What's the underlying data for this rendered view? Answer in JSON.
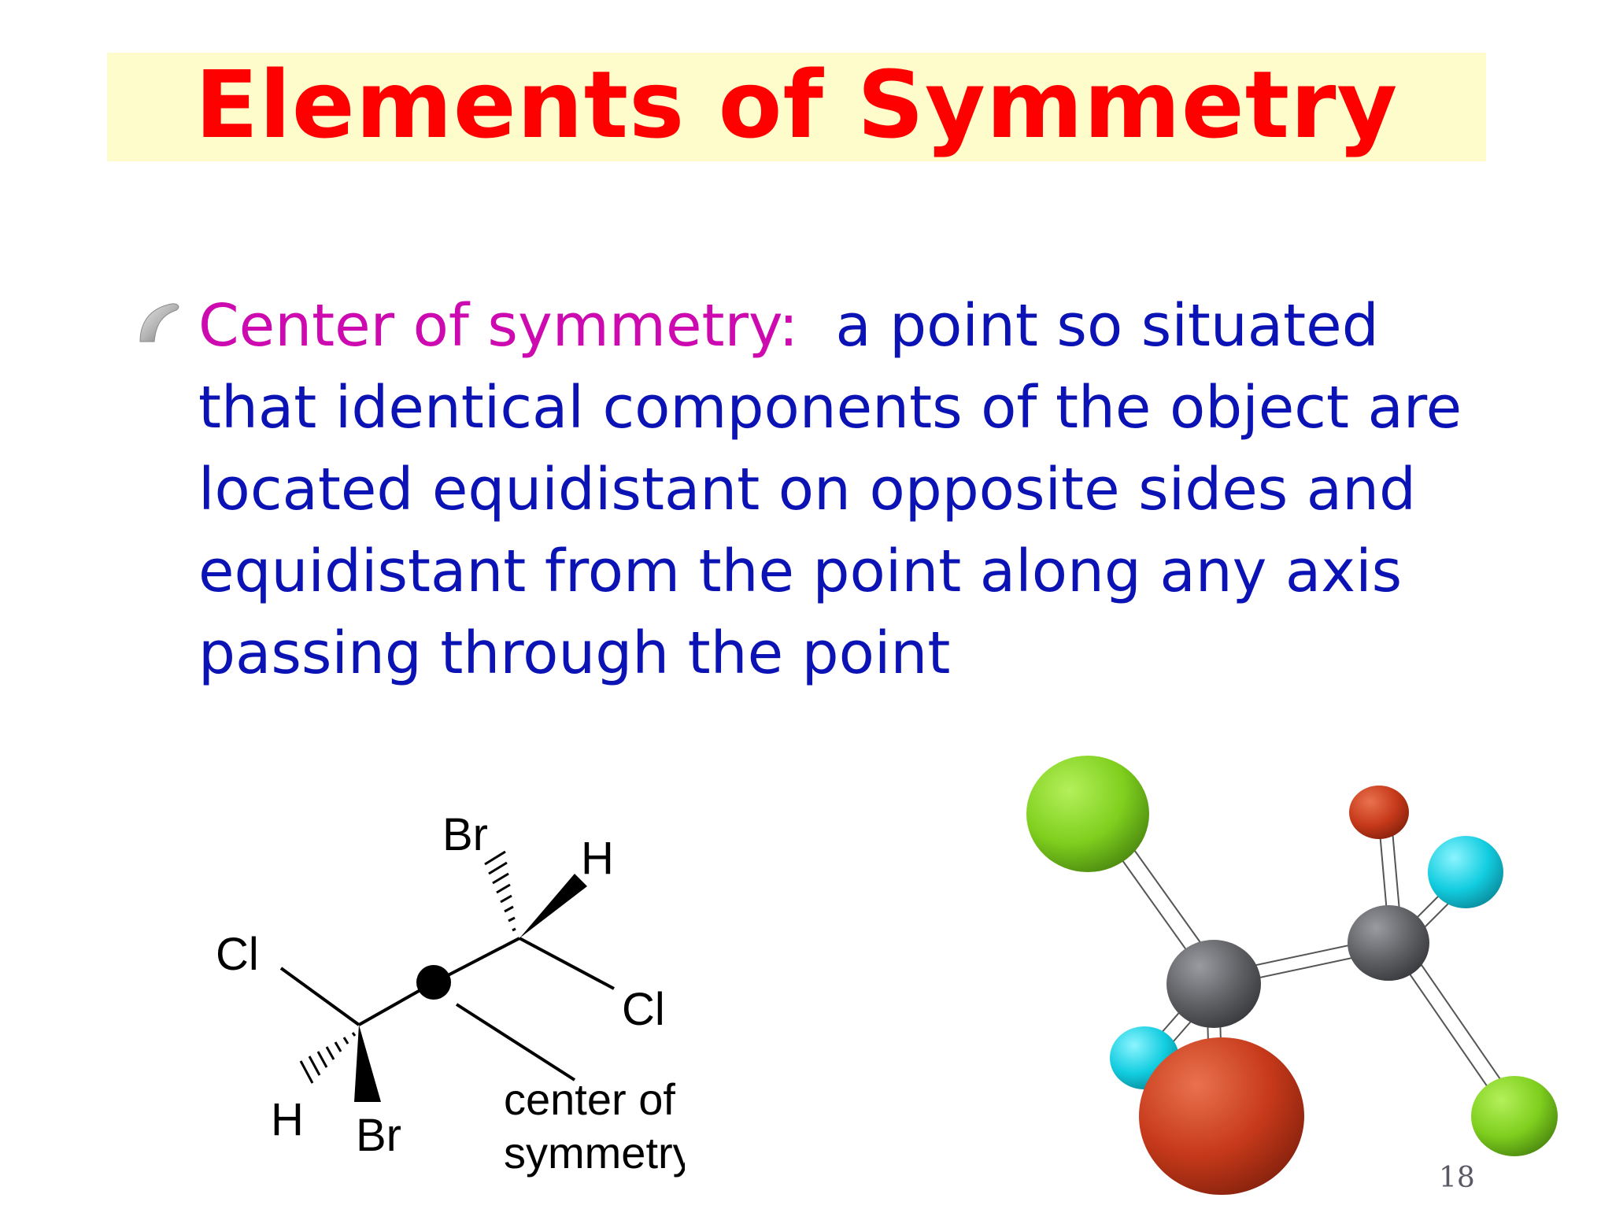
{
  "slide": {
    "title": "Elements of Symmetry",
    "page_number": "18",
    "colors": {
      "title": "#ff0000",
      "title_band": "#fefccb",
      "term": "#cc0aaf",
      "body_text": "#0c13b4"
    },
    "bullet": {
      "icon": "curl-bullet-icon",
      "term": "Center of symmetry:",
      "first_line_rest": "a point so situated",
      "lines": [
        "that identical components of the object are",
        "located equidistant on opposite sides and",
        "equidistant from the point along any axis",
        "passing through the point"
      ]
    },
    "structure": {
      "labels": {
        "br_top": "Br",
        "h_top": "H",
        "cl_left": "Cl",
        "cl_right": "Cl",
        "h_bottom": "H",
        "br_bottom": "Br"
      },
      "caption_line1": "center of",
      "caption_line2": "symmetry"
    },
    "model": {
      "atom_colors": {
        "carbon": "#5e5f63",
        "chlorine": "#7fcf1e",
        "bromine": "#c6391a",
        "hydrogen": "#12cde0"
      }
    }
  }
}
